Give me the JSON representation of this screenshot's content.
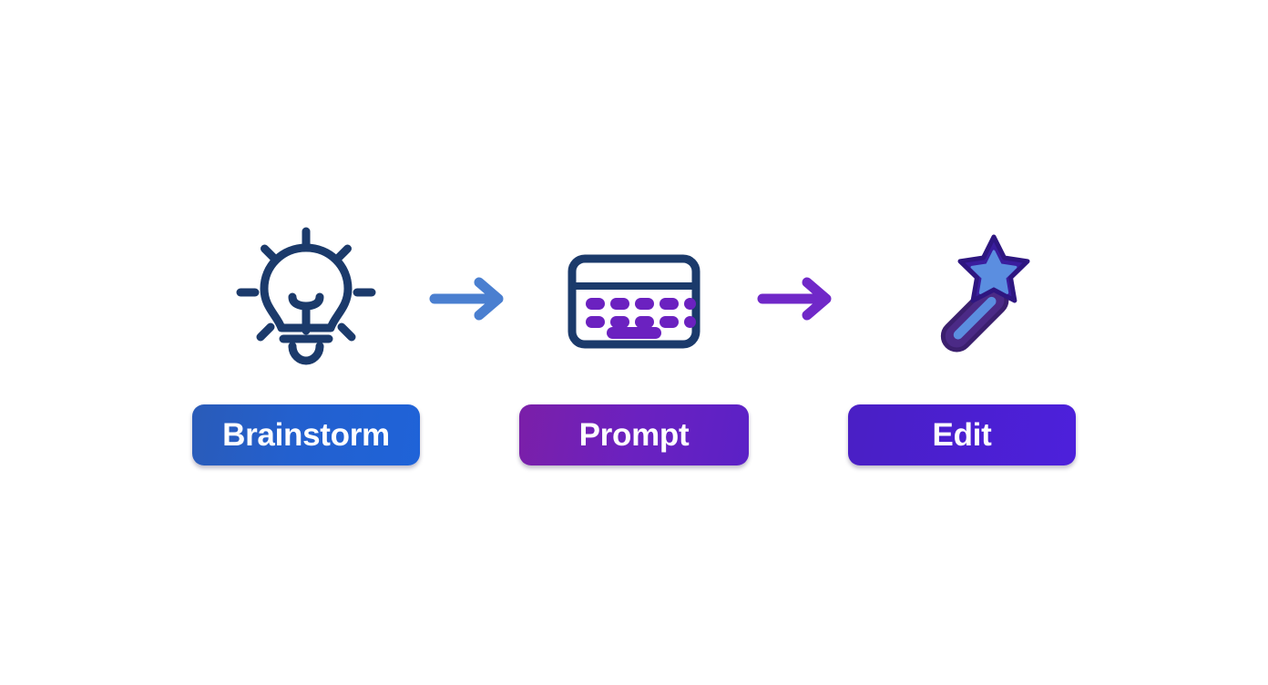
{
  "diagram": {
    "title": "Brainstorm to Prompt to Edit workflow",
    "background_color": "#ffffff",
    "orientation": "horizontal",
    "stages": [
      {
        "id": "brainstorm",
        "label": "Brainstorm",
        "icon": "lightbulb-icon",
        "icon_color": "#1b3a6b",
        "button_color_start": "#2a5bb8",
        "button_color_end": "#1f63d8",
        "label_color": "#fdfdff"
      },
      {
        "id": "prompt",
        "label": "Prompt",
        "icon": "keyboard-icon",
        "icon_color": "#1b3a6b",
        "icon_accent_color": "#6b21c0",
        "button_color_start": "#7b1fa8",
        "button_color_end": "#5b21c6",
        "label_color": "#fdfdff"
      },
      {
        "id": "edit",
        "label": "Edit",
        "icon": "magic-wand-icon",
        "icon_color": "#4b2a86",
        "icon_accent_color": "#5b8ee0",
        "button_color_start": "#4a1fc4",
        "button_color_end": "#4d20db",
        "label_color": "#fdfdff"
      }
    ],
    "arrows": [
      {
        "id": "arrow-brainstorm-to-prompt",
        "from": "brainstorm",
        "to": "prompt",
        "color": "#4a7fd0",
        "direction": "right"
      },
      {
        "id": "arrow-prompt-to-edit",
        "from": "prompt",
        "to": "edit",
        "color": "#7028c8",
        "direction": "right"
      }
    ]
  }
}
